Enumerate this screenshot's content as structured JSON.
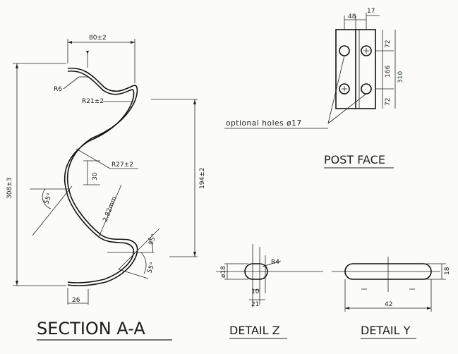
{
  "section": {
    "title": "SECTION A-A",
    "width_dim": "80±2",
    "height_dim": "308±3",
    "height2_dim": "194±2",
    "r6": "R6",
    "r21": "R21±2",
    "r27": "R27±2",
    "thickness": "2.82mm",
    "dim30": "30",
    "angle1": "55°",
    "angle2": "55°",
    "angle3": "55°",
    "bottom_dim": "26"
  },
  "post_face": {
    "title": "POST FACE",
    "dim_top1": "48",
    "dim_top2": "17",
    "dim_v1": "72",
    "dim_v2": "166",
    "dim_v3": "72",
    "dim_total": "310",
    "note": "optional holes ø17"
  },
  "detail_z": {
    "title": "DETAIL Z",
    "dia": "ø18",
    "radius": "R4",
    "dim1": "10",
    "dim2": "21"
  },
  "detail_y": {
    "title": "DETAIL Y",
    "height": "18",
    "length": "42"
  }
}
